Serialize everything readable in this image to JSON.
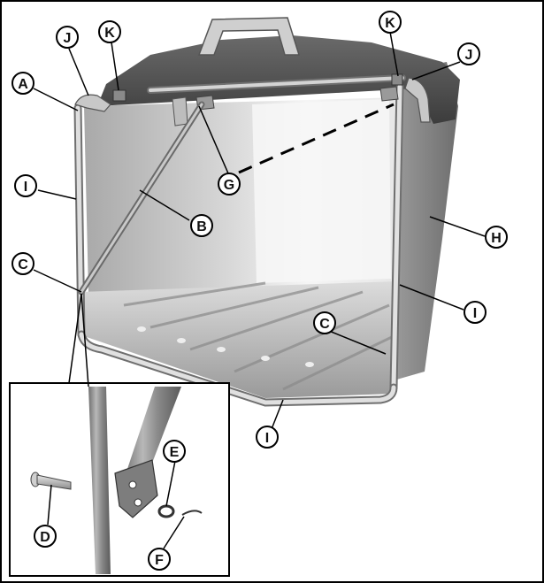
{
  "callouts": {
    "A": "A",
    "B": "B",
    "C": "C",
    "D": "D",
    "E": "E",
    "F": "F",
    "G": "G",
    "H": "H",
    "I": "I",
    "J": "J",
    "K": "K"
  },
  "colors": {
    "border": "#000000",
    "lid": "#5a5a5a",
    "lid_dark": "#3f3f3f",
    "side_shell": "#8e8e8e",
    "interior_light": "#f2f2f2",
    "interior_mid": "#bdbdbd",
    "frame": "#d8d8d8",
    "frame_shadow": "#7a7a7a"
  }
}
